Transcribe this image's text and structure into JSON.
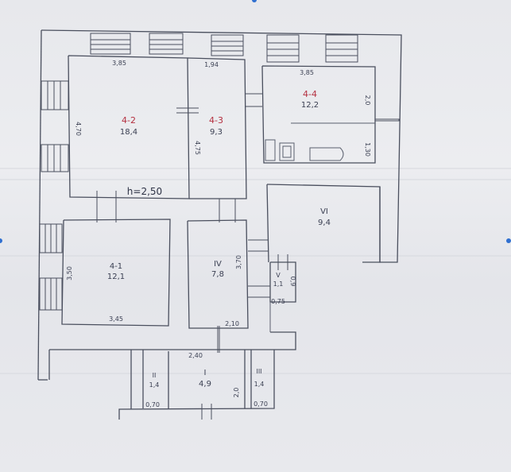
{
  "ceiling_height": "h=2,50",
  "rooms": [
    {
      "id": "r42",
      "number": "4-2",
      "area": "18,4"
    },
    {
      "id": "r43",
      "number": "4-3",
      "area": "9,3"
    },
    {
      "id": "r44",
      "number": "4-4",
      "area": "12,2"
    },
    {
      "id": "r41",
      "number": "4-1",
      "area": "12,1"
    },
    {
      "id": "rIV",
      "number": "IV",
      "area": "7,8"
    },
    {
      "id": "rVI",
      "number": "VI",
      "area": "9,4"
    },
    {
      "id": "rV",
      "number": "V",
      "area": "1,1"
    },
    {
      "id": "rI",
      "number": "I",
      "area": "4,9"
    },
    {
      "id": "rII",
      "number": "II",
      "area": "1,4"
    },
    {
      "id": "rIII",
      "number": "III",
      "area": "1,4"
    }
  ],
  "dimensions": {
    "r42_width": "3,85",
    "r43_width": "1,94",
    "r44_width": "3,85",
    "r42_height": "4,70",
    "r43_height": "4,75",
    "r44_height_top": "2,0",
    "r44_height_bottom": "1,30",
    "r41_height": "3,50",
    "r41_width": "3,45",
    "rIV_height": "3,70",
    "rIV_width": "2,10",
    "rV_height": "0,9",
    "rV_width": "0,75",
    "rI_width": "2,40",
    "rI_height": "2,0",
    "rII_width": "0,70",
    "rIII_width": "0,70"
  }
}
